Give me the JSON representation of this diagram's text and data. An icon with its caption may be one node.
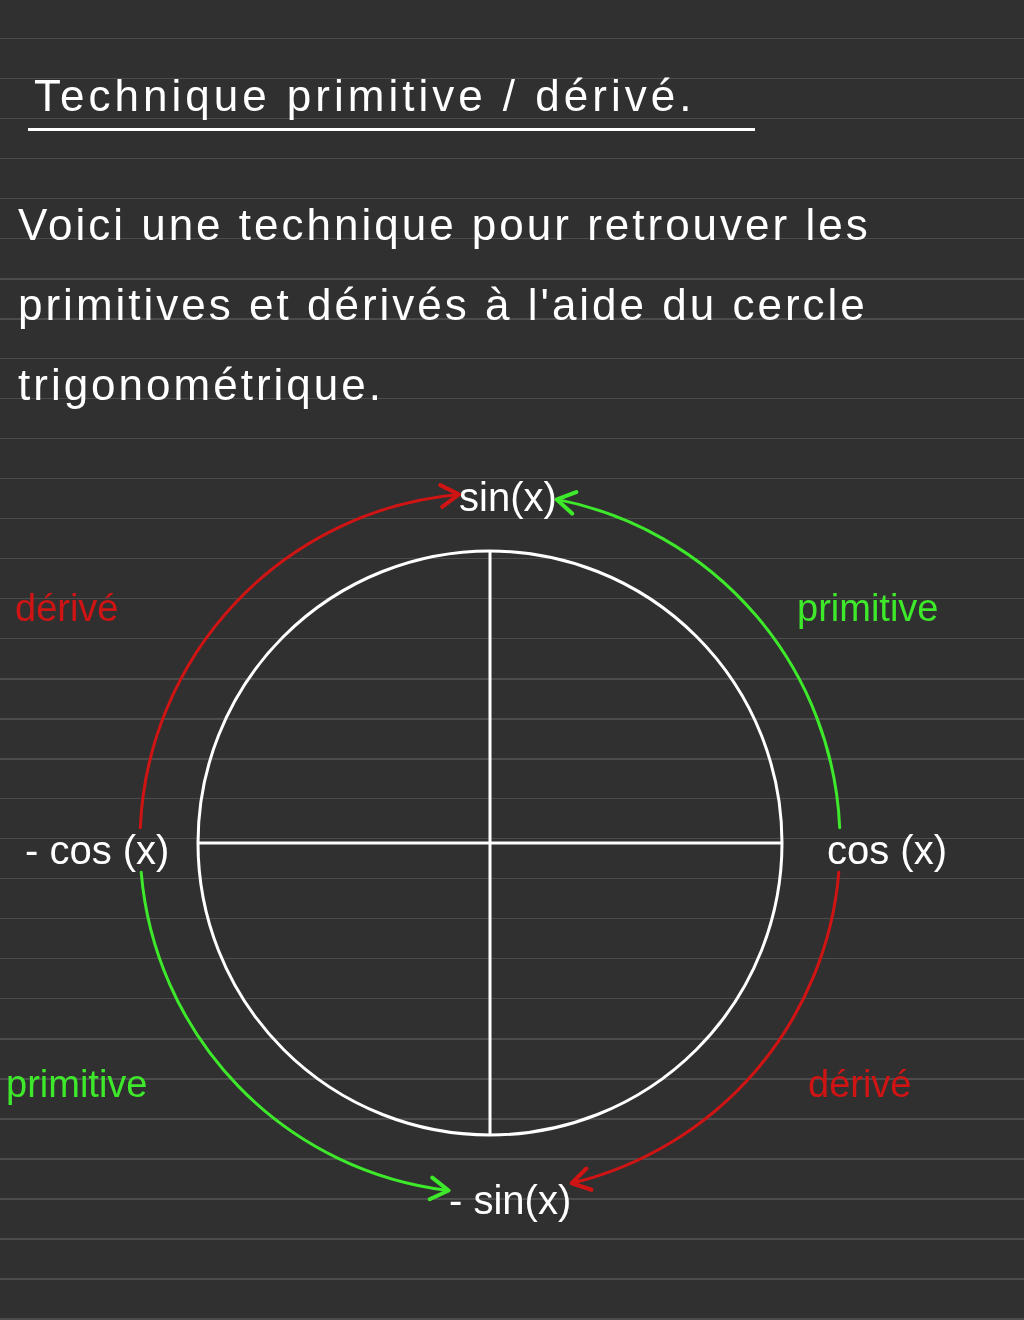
{
  "diagram": {
    "title": "Technique primitive / dérivé.",
    "nodes": [
      {
        "text": [
          "sin(x)"
        ]
      },
      {
        "text": [
          "- cos (x)"
        ]
      },
      {
        "text": [
          "cos (x)"
        ]
      },
      {
        "text": [
          "- sin(x)"
        ]
      }
    ],
    "edges": [
      {
        "from": 1,
        "to": 0,
        "arrow": "to",
        "label": "dérivé",
        "color": "#d01414"
      },
      {
        "from": 2,
        "to": 0,
        "arrow": "to",
        "label": "primitive",
        "color": "#3ee82a"
      },
      {
        "from": 1,
        "to": 3,
        "arrow": "to",
        "label": "primitive",
        "color": "#3ee82a"
      },
      {
        "from": 2,
        "to": 3,
        "arrow": "to",
        "label": "dérivé",
        "color": "#d01414"
      }
    ],
    "labels": [
      "Voici une technique pour retrouver les primitives et dérivés à l'aide du cercle trigonométrique."
    ]
  }
}
